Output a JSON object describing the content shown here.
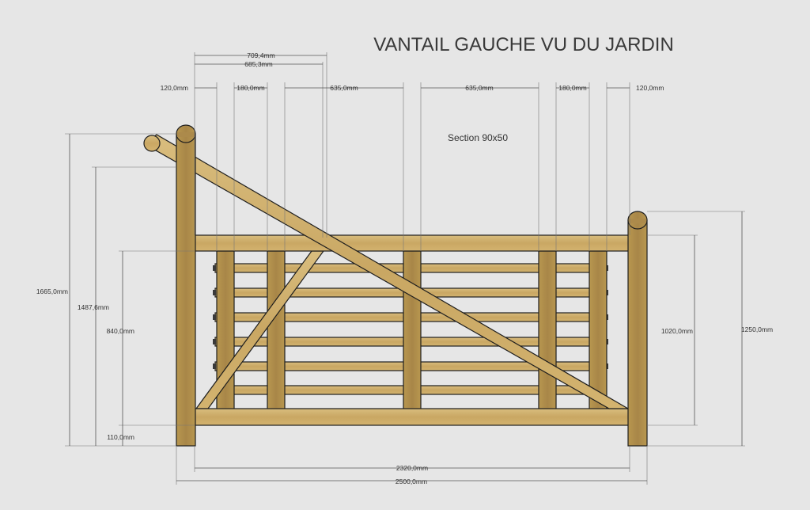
{
  "title": "VANTAIL GAUCHE VU DU JARDIN",
  "section_label": "Section 90x50",
  "dimensions": {
    "d709": "709,4mm",
    "d685": "685,3mm",
    "d120_left": "120,0mm",
    "d180_left": "180,0mm",
    "d635_left": "635,0mm",
    "d635_right": "635,0mm",
    "d180_right": "180,0mm",
    "d120_right": "120,0mm",
    "d1665": "1665,0mm",
    "d1487": "1487,6mm",
    "d840": "840,0mm",
    "d110": "110,0mm",
    "d1020": "1020,0mm",
    "d1250": "1250,0mm",
    "d2320": "2320,0mm",
    "d2500": "2500,0mm"
  },
  "colors": {
    "background": "#e6e6e6",
    "wood_light": "#d6b775",
    "wood_mid": "#c7a45f",
    "wood_dark": "#a88648",
    "outline": "#1e1e1e"
  }
}
